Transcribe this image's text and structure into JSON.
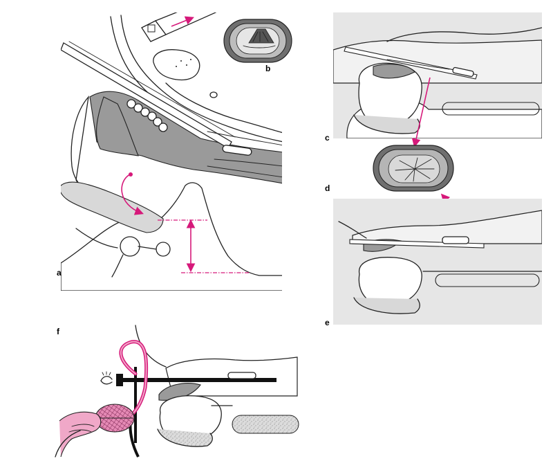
{
  "panel_labels": {
    "a": "a",
    "b": "b",
    "c": "c",
    "d": "d",
    "e": "e",
    "f": "f"
  },
  "colors": {
    "accent": "#d6197a",
    "panel_background": "#e6e6e6",
    "tissue": "#9a9a9a",
    "ink": "#222222"
  }
}
